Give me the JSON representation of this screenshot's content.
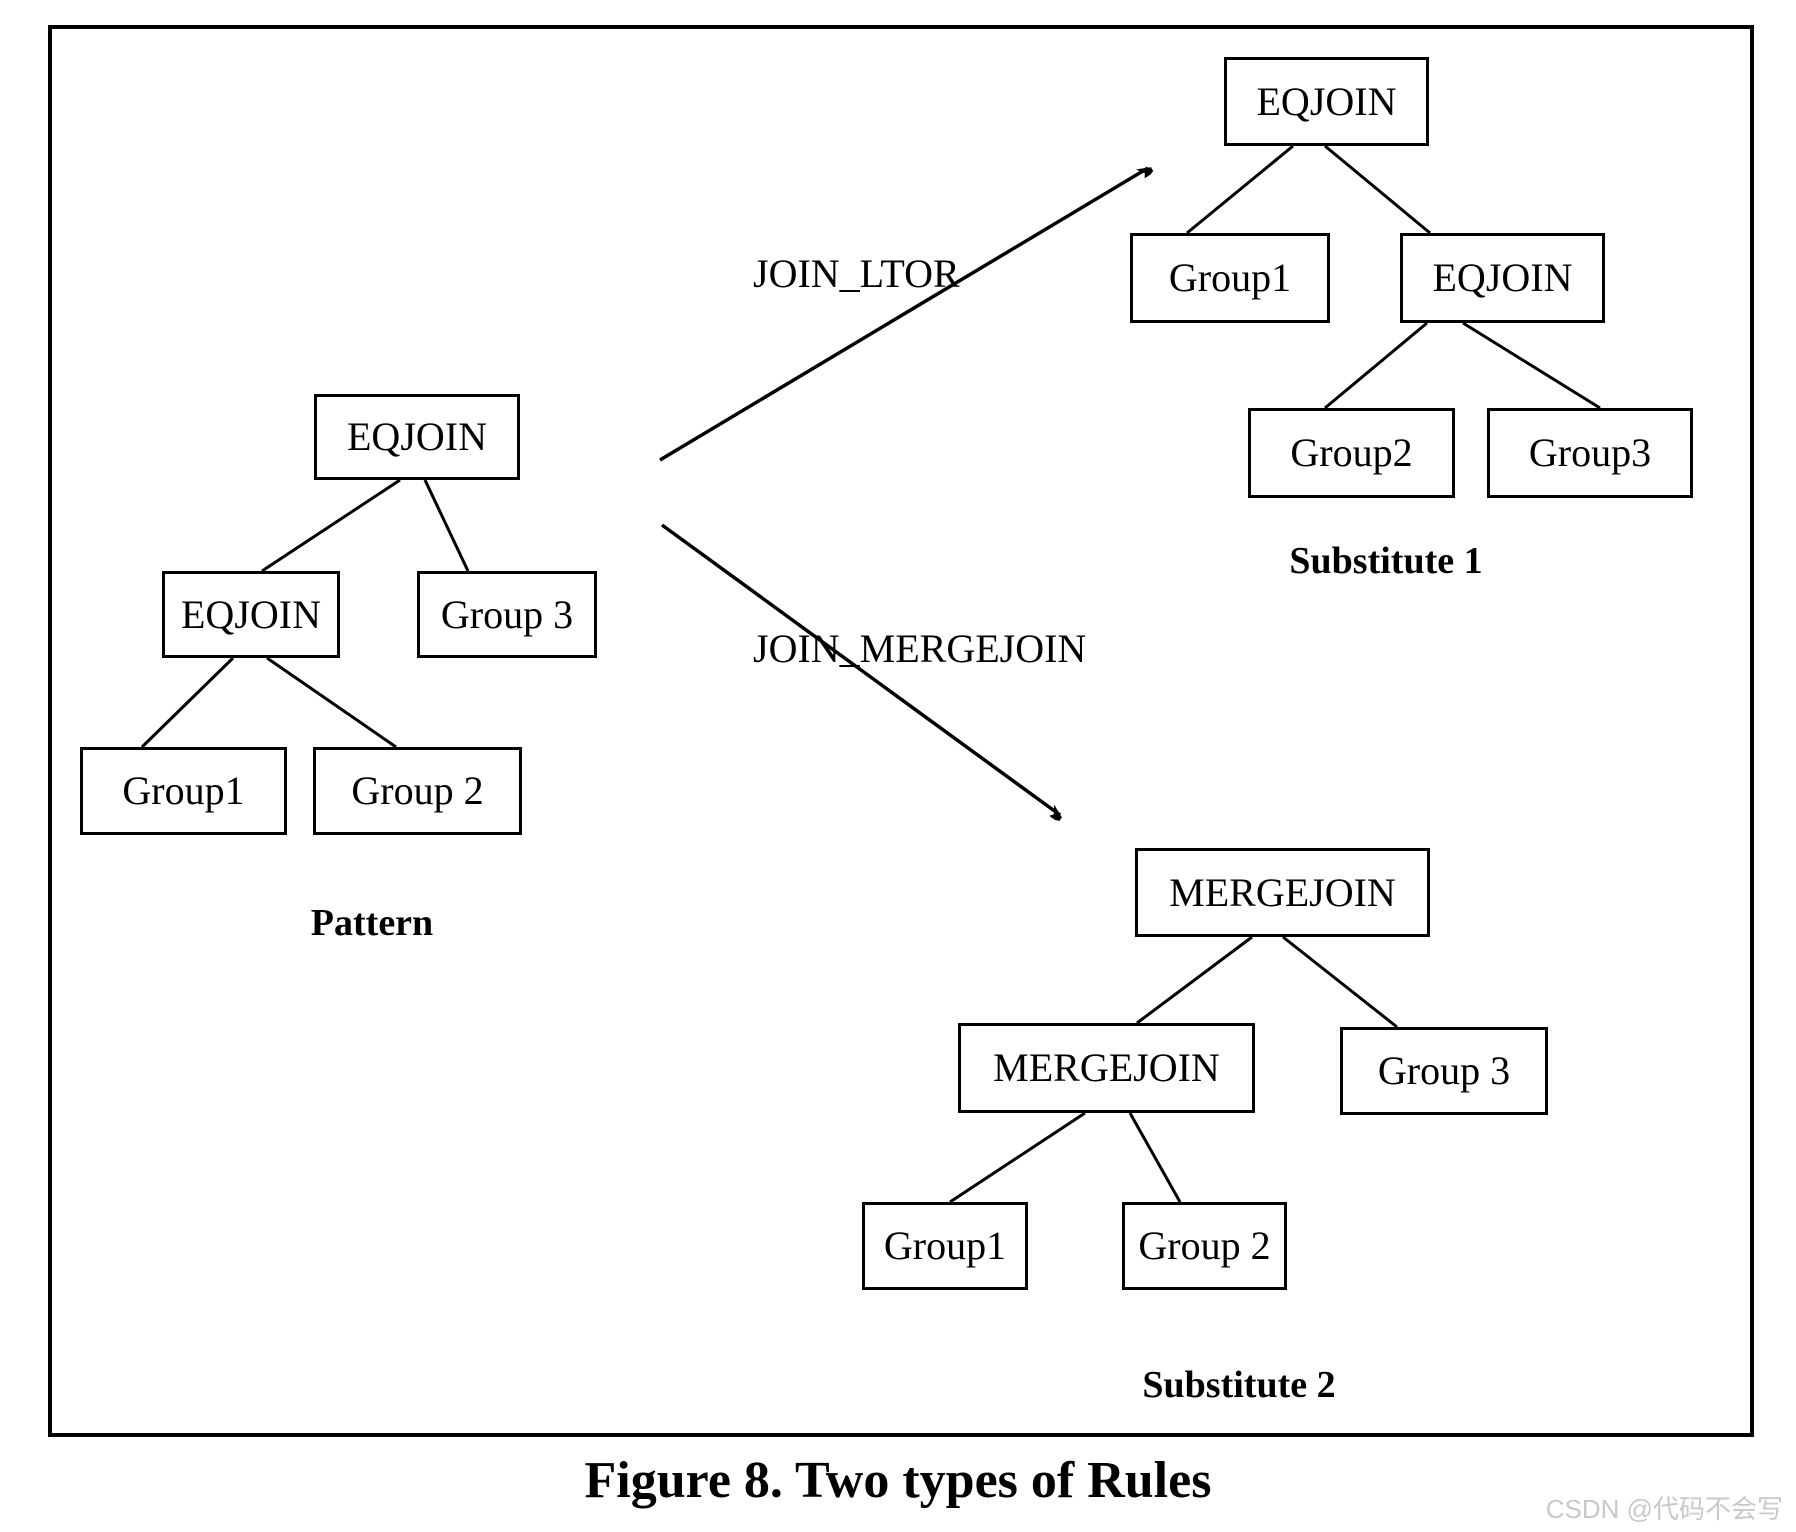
{
  "figure": {
    "caption": "Figure 8. Two types of Rules",
    "watermark": "CSDN @代码不会写",
    "colors": {
      "ink": "#000000",
      "background": "#ffffff",
      "watermark": "#c9c9c9"
    }
  },
  "rules": {
    "arrow1_label": "JOIN_LTOR",
    "arrow2_label": "JOIN_MERGEJOIN"
  },
  "pattern_tree": {
    "caption": "Pattern",
    "nodes": {
      "root": "EQJOIN",
      "left": "EQJOIN",
      "right": "Group 3",
      "leftleft": "Group1",
      "leftright": "Group 2"
    }
  },
  "substitute1_tree": {
    "caption": "Substitute 1",
    "nodes": {
      "root": "EQJOIN",
      "left": "Group1",
      "right": "EQJOIN",
      "rightleft": "Group2",
      "rightright": "Group3"
    }
  },
  "substitute2_tree": {
    "caption": "Substitute 2",
    "nodes": {
      "root": "MERGEJOIN",
      "left": "MERGEJOIN",
      "right": "Group 3",
      "leftleft": "Group1",
      "leftright": "Group 2"
    }
  }
}
